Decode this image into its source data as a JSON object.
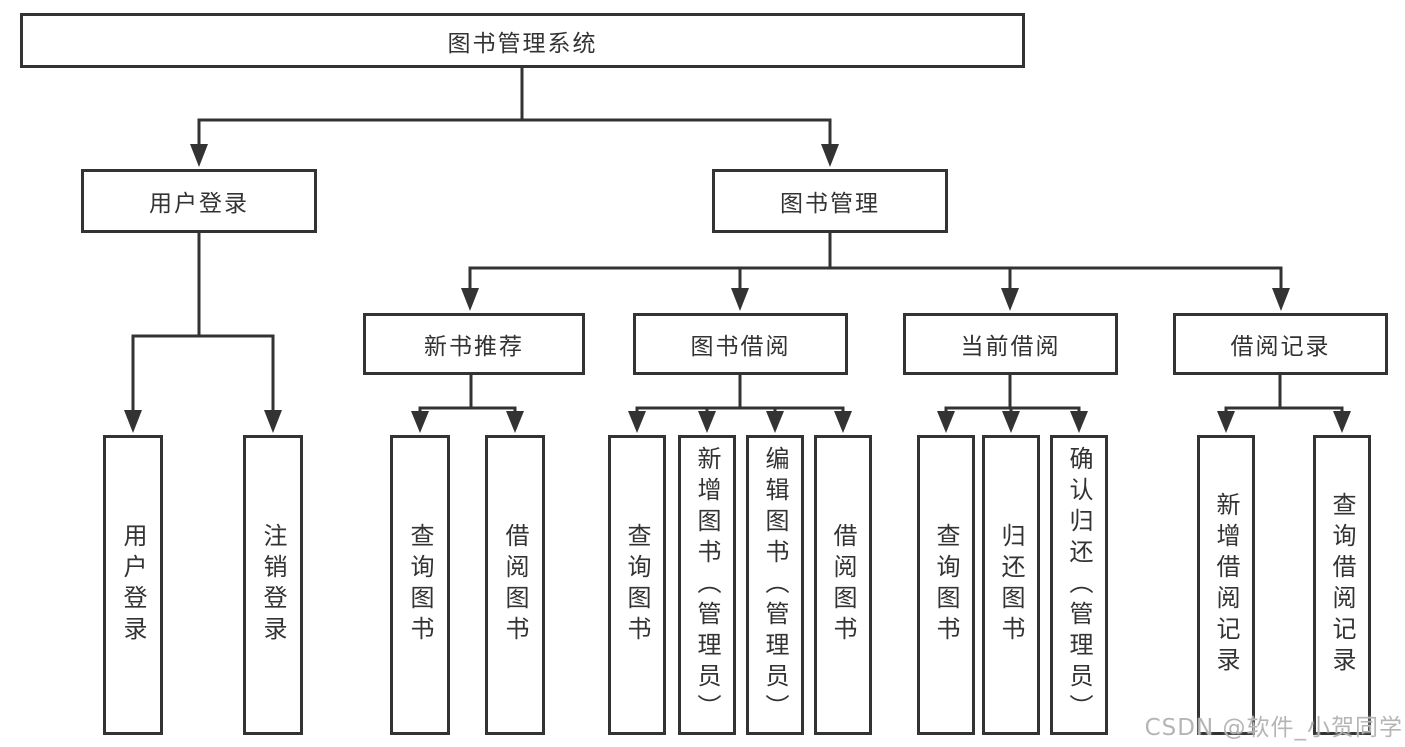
{
  "diagram": {
    "root": {
      "label": "图书管理系统"
    },
    "level1": [
      {
        "label": "用户登录",
        "children": [
          {
            "label": "用户登录"
          },
          {
            "label": "注销登录"
          }
        ]
      },
      {
        "label": "图书管理",
        "children": [
          {
            "label": "新书推荐",
            "children": [
              {
                "label": "查询图书"
              },
              {
                "label": "借阅图书"
              }
            ]
          },
          {
            "label": "图书借阅",
            "children": [
              {
                "label": "查询图书"
              },
              {
                "label": "新增图书（管理员）"
              },
              {
                "label": "编辑图书（管理员）"
              },
              {
                "label": "借阅图书"
              }
            ]
          },
          {
            "label": "当前借阅",
            "children": [
              {
                "label": "查询图书"
              },
              {
                "label": "归还图书"
              },
              {
                "label": "确认归还（管理员）"
              }
            ]
          },
          {
            "label": "借阅记录",
            "children": [
              {
                "label": "新增借阅记录"
              },
              {
                "label": "查询借阅记录"
              }
            ]
          }
        ]
      }
    ]
  },
  "watermark": {
    "text": "CSDN @软件_小贺同学"
  },
  "colors": {
    "line": "#333333",
    "text": "#333333",
    "box_border": "#333333",
    "watermark": "#b5b5b5",
    "background": "#ffffff"
  }
}
